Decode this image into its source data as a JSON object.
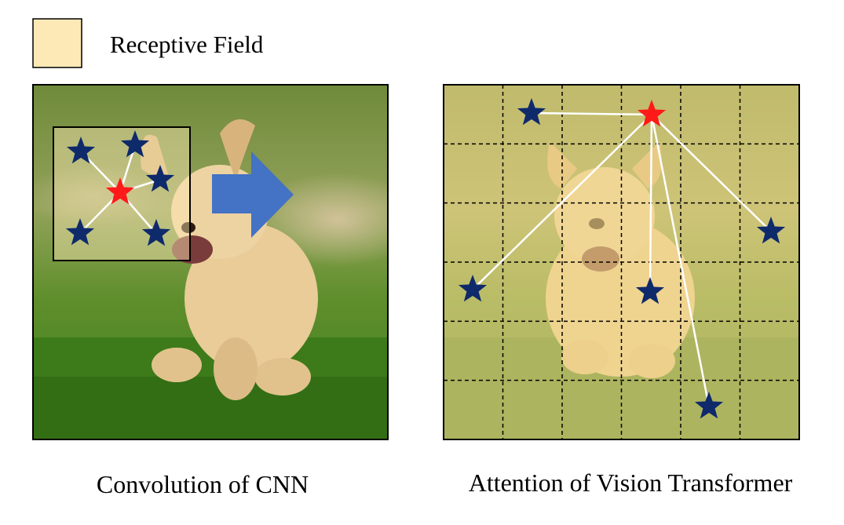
{
  "legend": {
    "label": "Receptive Field",
    "swatch_color": "#FDE9B6"
  },
  "captions": {
    "cnn": "Convolution of CNN",
    "vit": "Attention of Vision Transformer"
  },
  "colors": {
    "query_star": "#FF1A1A",
    "key_star": "#0F2A6B",
    "arrow": "#4472C4",
    "attention_line": "#FFFFFF",
    "overlay": "#F2D88A",
    "grass": "#4E8A22",
    "puppy": "#E8C894"
  },
  "grid": {
    "rows": 6,
    "cols": 6
  }
}
